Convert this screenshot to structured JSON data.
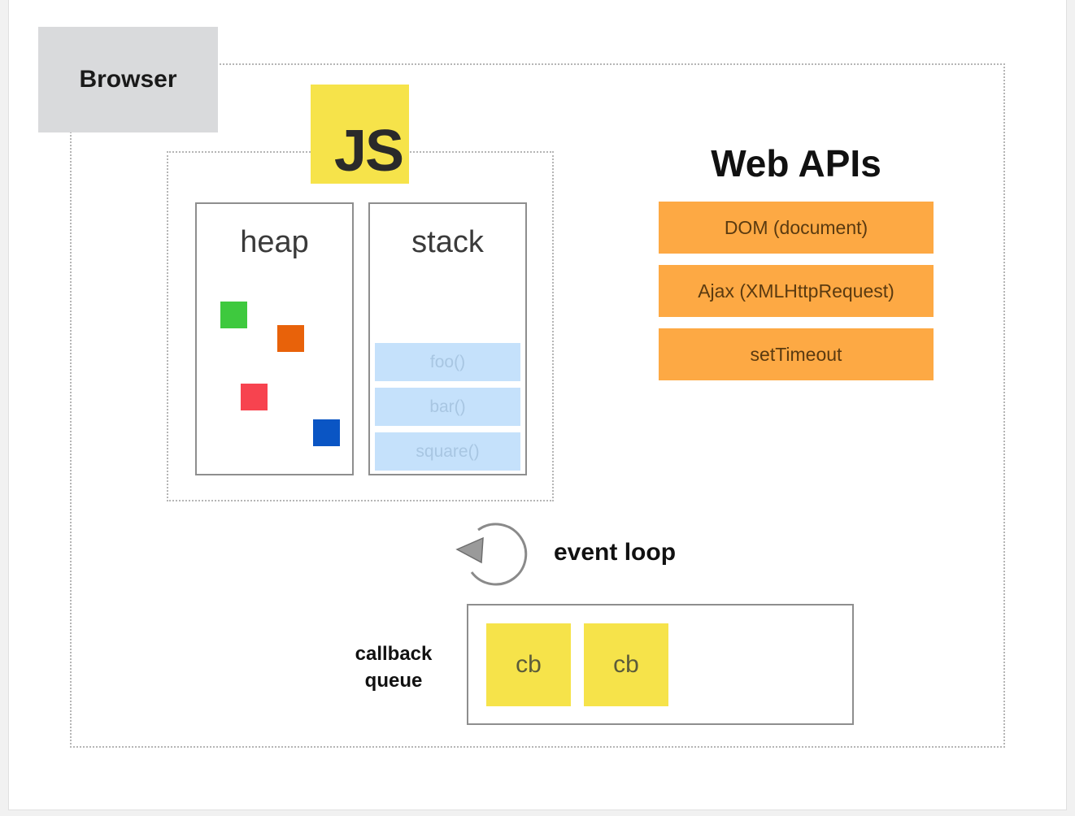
{
  "browser": {
    "label": "Browser"
  },
  "engine": {
    "logo": "JS",
    "heap": {
      "title": "heap",
      "objects": [
        {
          "color": "#3ec93e"
        },
        {
          "color": "#e8620a"
        },
        {
          "color": "#f7434f"
        },
        {
          "color": "#0a55c4"
        }
      ]
    },
    "stack": {
      "title": "stack",
      "frames": [
        "foo()",
        "bar()",
        "square()"
      ]
    }
  },
  "web_apis": {
    "title": "Web APIs",
    "items": [
      "DOM (document)",
      "Ajax (XMLHttpRequest)",
      "setTimeout"
    ]
  },
  "event_loop": {
    "label": "event loop"
  },
  "callback_queue": {
    "label_line1": "callback",
    "label_line2": "queue",
    "items": [
      "cb",
      "cb"
    ]
  },
  "colors": {
    "js_yellow": "#f6e34a",
    "api_orange": "#fda944",
    "stack_blue": "#c5e1fb",
    "tab_gray": "#d9dadc"
  }
}
